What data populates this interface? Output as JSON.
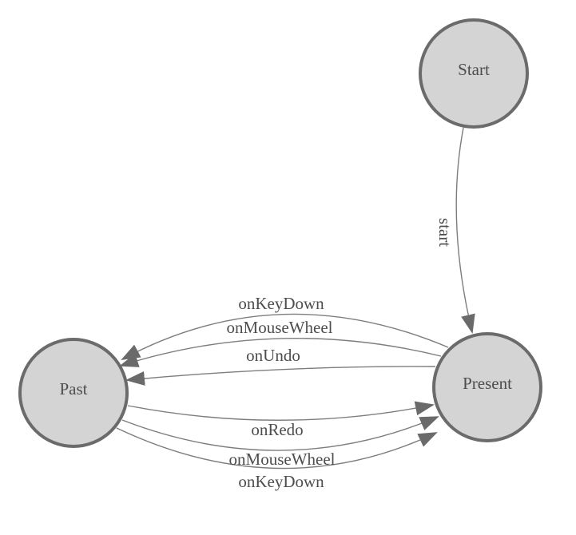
{
  "diagram": {
    "type": "finite-state-machine",
    "background": "#ffffff",
    "colors": {
      "node_fill": "#d4d4d4",
      "node_stroke": "#6b6b6b",
      "edge_stroke": "#7d7d7d",
      "arrow_fill": "#6a6a6a",
      "label_text": "#4d4d4d"
    },
    "nodes": [
      {
        "id": "start",
        "label": "Start"
      },
      {
        "id": "present",
        "label": "Present"
      },
      {
        "id": "past",
        "label": "Past"
      }
    ],
    "edges": [
      {
        "id": "start-to-present",
        "from": "Start",
        "to": "Present",
        "label": "start"
      },
      {
        "id": "present-to-past-onkeydown",
        "from": "Present",
        "to": "Past",
        "label": "onKeyDown"
      },
      {
        "id": "present-to-past-onmousewheel",
        "from": "Present",
        "to": "Past",
        "label": "onMouseWheel"
      },
      {
        "id": "present-to-past-onundo",
        "from": "Present",
        "to": "Past",
        "label": "onUndo"
      },
      {
        "id": "past-to-present-onredo",
        "from": "Past",
        "to": "Present",
        "label": "onRedo"
      },
      {
        "id": "past-to-present-onmousewheel",
        "from": "Past",
        "to": "Present",
        "label": "onMouseWheel"
      },
      {
        "id": "past-to-present-onkeydown",
        "from": "Past",
        "to": "Present",
        "label": "onKeyDown"
      }
    ]
  }
}
